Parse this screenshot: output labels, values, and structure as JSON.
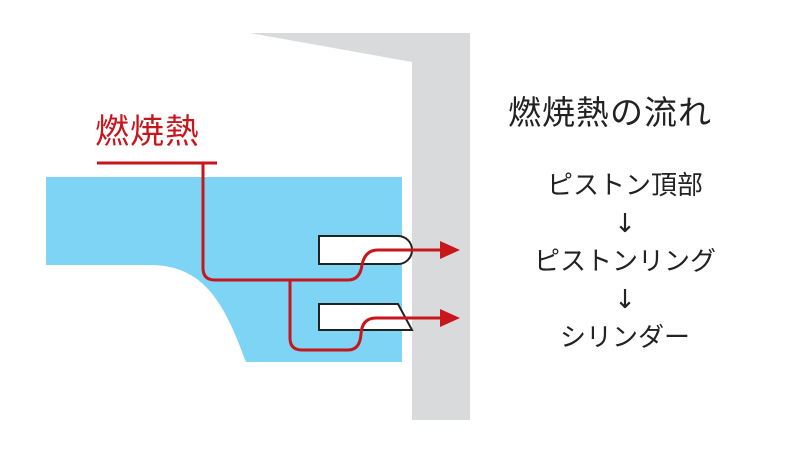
{
  "diagram": {
    "heat_label": "燃焼熱",
    "title": "燃焼熱の流れ",
    "flow_steps": [
      "ピストン頂部",
      "ピストンリング",
      "シリンダー"
    ],
    "flow_arrow": "↓"
  },
  "colors": {
    "heat": "#c8161d",
    "piston": "#7dd4f5",
    "cylinder": "#d9dadb",
    "text": "#222222"
  }
}
